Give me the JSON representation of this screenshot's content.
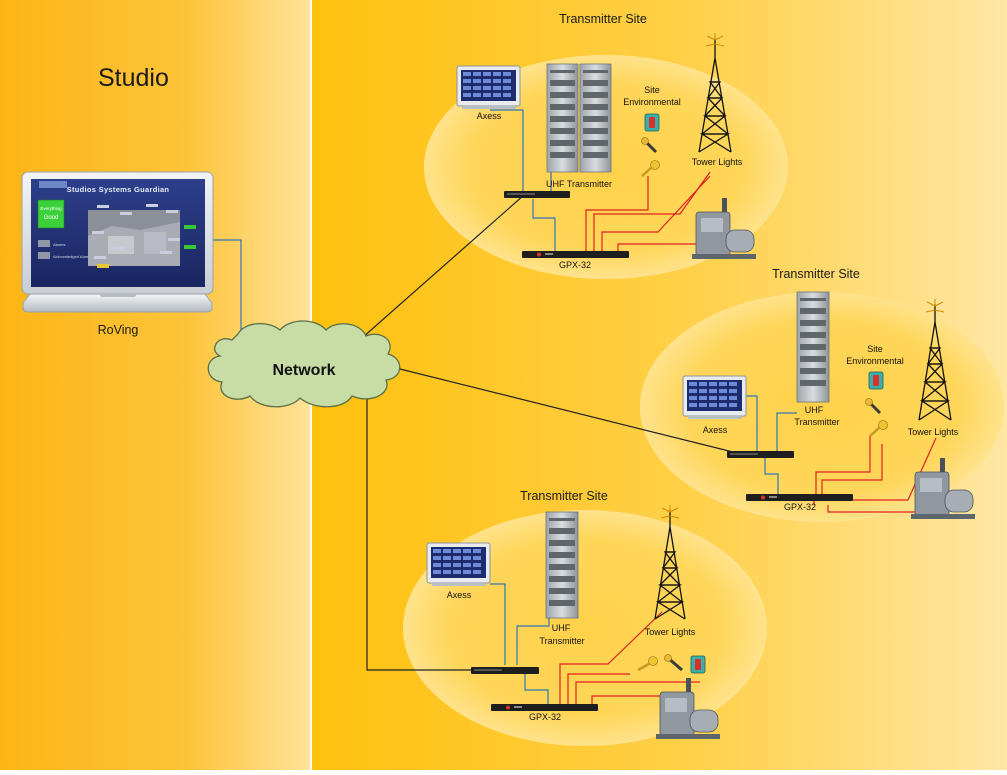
{
  "zones": {
    "studio": {
      "title": "Studio"
    }
  },
  "studio": {
    "workstation_label": "RoVing",
    "screen": {
      "heading": "Studios Systems Guardian",
      "status_line1": "Everything",
      "status_line2": "Good",
      "legend_item1": "Alarms",
      "legend_item2": "Acknowledged Alarms"
    }
  },
  "network": {
    "label": "Network"
  },
  "sites": [
    {
      "title": "Transmitter Site",
      "axess_label": "Axess",
      "transmitter_label": "UHF Transmitter",
      "environmental_line1": "Site",
      "environmental_line2": "Environmental",
      "tower_label": "Tower Lights",
      "gpx_label": "GPX-32"
    },
    {
      "title": "Transmitter Site",
      "axess_label": "Axess",
      "transmitter_line1": "UHF",
      "transmitter_line2": "Transmitter",
      "environmental_line1": "Site",
      "environmental_line2": "Environmental",
      "tower_label": "Tower Lights",
      "gpx_label": "GPX-32"
    },
    {
      "title": "Transmitter Site",
      "axess_label": "Axess",
      "transmitter_line1": "UHF",
      "transmitter_line2": "Transmitter",
      "tower_label": "Tower Lights",
      "gpx_label": "GPX-32"
    }
  ],
  "colors": {
    "studio_bg": "#FDB515",
    "site_bg": "#FFC81E",
    "link_blue": "#2E75B6",
    "link_red": "#E02020",
    "network_cloud": "#C7DDA5"
  }
}
